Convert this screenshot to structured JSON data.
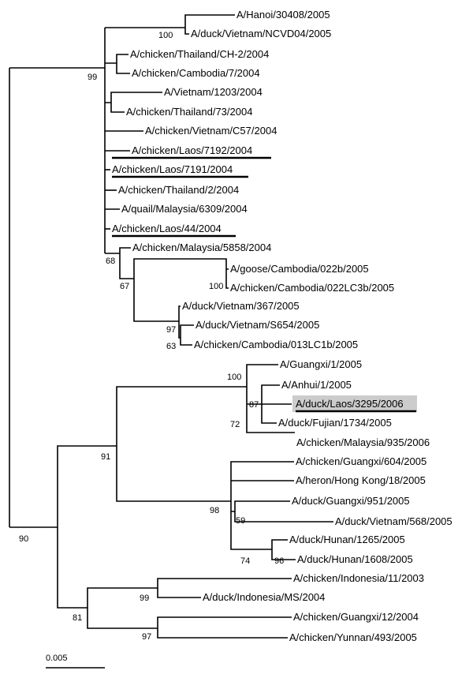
{
  "tree": {
    "taxa": {
      "hanoi": "A/Hanoi/30408/2005",
      "duck_vn_ncvd": "A/duck/Vietnam/NCVD04/2005",
      "ck_th_ch2": "A/chicken/Thailand/CH-2/2004",
      "ck_kh_7": "A/chicken/Cambodia/7/2004",
      "vn_1203": "A/Vietnam/1203/2004",
      "ck_th_73": "A/chicken/Thailand/73/2004",
      "ck_vn_c57": "A/chicken/Vietnam/C57/2004",
      "ck_la_7192": "A/chicken/Laos/7192/2004",
      "ck_la_7191": "A/chicken/Laos/7191/2004",
      "ck_th_2": "A/chicken/Thailand/2/2004",
      "quail_my": "A/quail/Malaysia/6309/2004",
      "ck_la_44": "A/chicken/Laos/44/2004",
      "ck_my_5858": "A/chicken/Malaysia/5858/2004",
      "goose_kh": "A/goose/Cambodia/022b/2005",
      "ck_kh_022": "A/chicken/Cambodia/022LC3b/2005",
      "duck_vn_367": "A/duck/Vietnam/367/2005",
      "duck_vn_s654": "A/duck/Vietnam/S654/2005",
      "ck_kh_013": "A/chicken/Cambodia/013LC1b/2005",
      "guangxi_1": "A/Guangxi/1/2005",
      "anhui_1": "A/Anhui/1/2005",
      "duck_la_3295": "A/duck/Laos/3295/2006",
      "duck_fj_1734": "A/duck/Fujian/1734/2005",
      "ck_my_935": "A/chicken/Malaysia/935/2006",
      "ck_gx_604": "A/chicken/Guangxi/604/2005",
      "heron_hk": "A/heron/Hong Kong/18/2005",
      "duck_gx_951": "A/duck/Guangxi/951/2005",
      "duck_vn_568": "A/duck/Vietnam/568/2005",
      "duck_hn_1265": "A/duck/Hunan/1265/2005",
      "duck_hn_1608": "A/duck/Hunan/1608/2005",
      "ck_id_11": "A/chicken/Indonesia/11/2003",
      "duck_id_ms": "A/duck/Indonesia/MS/2004",
      "ck_gx_12": "A/chicken/Guangxi/12/2004",
      "ck_yn_493": "A/chicken/Yunnan/493/2005"
    },
    "bootstrap": {
      "b100_hanoi": "100",
      "b99_clade1": "99",
      "b68": "68",
      "b67": "67",
      "b100_cambodia": "100",
      "b97_vietnam": "97",
      "b63": "63",
      "b100_guangxi": "100",
      "b87": "87",
      "b72": "72",
      "b91": "91",
      "b98": "98",
      "b59": "59",
      "b74": "74",
      "b96": "96",
      "b90": "90",
      "b99_indonesia": "99",
      "b81": "81",
      "b97_china": "97"
    },
    "scale_label": "0.005",
    "highlight_color": "#cccccc",
    "underlined_taxa": [
      "ck_la_7192",
      "ck_la_7191",
      "ck_la_44",
      "duck_la_3295"
    ]
  }
}
